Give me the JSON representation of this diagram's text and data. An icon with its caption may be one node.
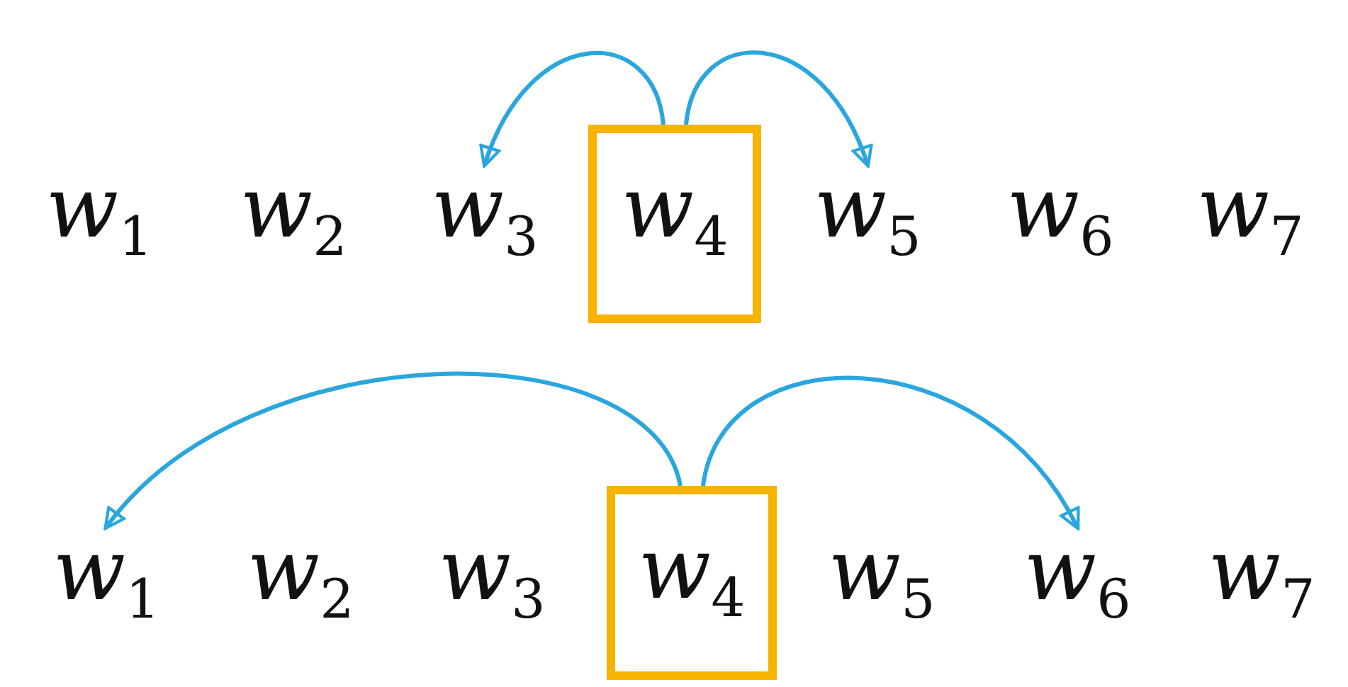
{
  "diagram": {
    "nodes": [
      {
        "text": [
          "*w*$_{1}$"
        ]
      },
      {
        "text": [
          "*w*$_{2}$"
        ]
      },
      {
        "text": [
          "*w*$_{3}$"
        ]
      },
      {
        "text": [
          "*w*$_{4}$"
        ]
      },
      {
        "text": [
          "*w*$_{5}$"
        ]
      },
      {
        "text": [
          "*w*$_{6}$"
        ]
      },
      {
        "text": [
          "*w*$_{7}$"
        ]
      },
      {
        "text": [
          "*w*$_{1}$"
        ]
      },
      {
        "text": [
          "*w*$_{2}$"
        ]
      },
      {
        "text": [
          "*w*$_{3}$"
        ]
      },
      {
        "text": [
          "*w*$_{4}$"
        ]
      },
      {
        "text": [
          "*w*$_{5}$"
        ]
      },
      {
        "text": [
          "*w*$_{6}$"
        ]
      },
      {
        "text": [
          "*w*$_{7}$"
        ]
      }
    ],
    "edges": [
      {
        "from": 3,
        "to": 2,
        "arrow": "to"
      },
      {
        "from": 3,
        "to": 4,
        "arrow": "to"
      },
      {
        "from": 10,
        "to": 7,
        "arrow": "to"
      },
      {
        "from": 10,
        "to": 12,
        "arrow": "to"
      }
    ]
  }
}
